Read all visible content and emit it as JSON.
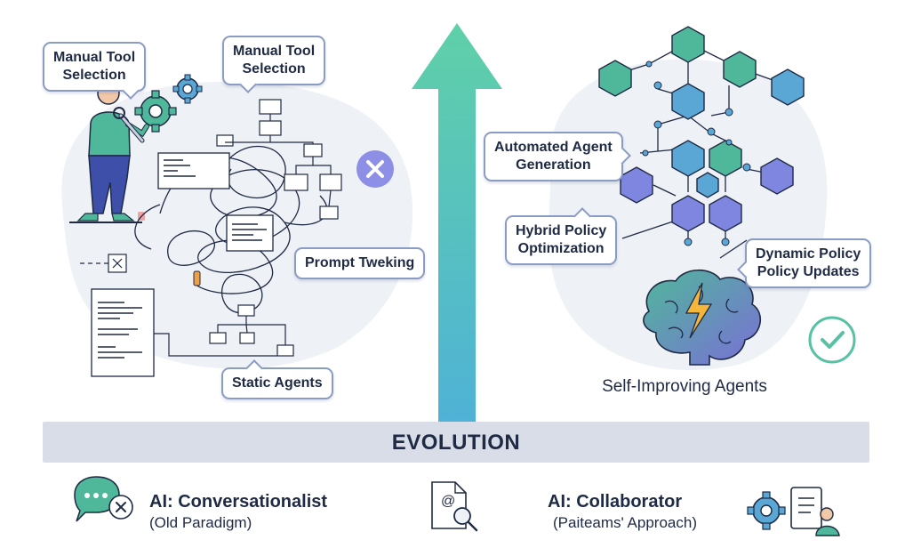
{
  "left_panel": {
    "callouts": {
      "manual_tool_1": "Manual Tool\nSelection",
      "manual_tool_2": "Manual Tool\nSelection",
      "prompt_tweaking": "Prompt Tweking",
      "static_agents": "Static Agents"
    },
    "status_icon": "x-circle-icon"
  },
  "right_panel": {
    "callouts": {
      "automated_generation": "Automated Agent\nGeneration",
      "hybrid_policy": "Hybrid Policy\nOptimization",
      "dynamic_policy": "Dynamic Policy\nPolicy Updates"
    },
    "caption": "Self-Improving Agents",
    "status_icon": "check-circle-icon"
  },
  "evolution_label": "EVOLUTION",
  "bottom": {
    "old": {
      "title": "AI: Conversationalist",
      "subtitle": "(Old Paradigm)"
    },
    "new": {
      "title": "AI: Collaborator",
      "subtitle": "(Paiteams' Approach)"
    }
  },
  "colors": {
    "arrow_top": "#5fd0a8",
    "arrow_bottom": "#4fb2d6",
    "teal": "#56c2a3",
    "blue": "#5aa7d6",
    "purple": "#7e86e0",
    "navy": "#1f2a44",
    "panel_bg": "#eef1f6"
  }
}
